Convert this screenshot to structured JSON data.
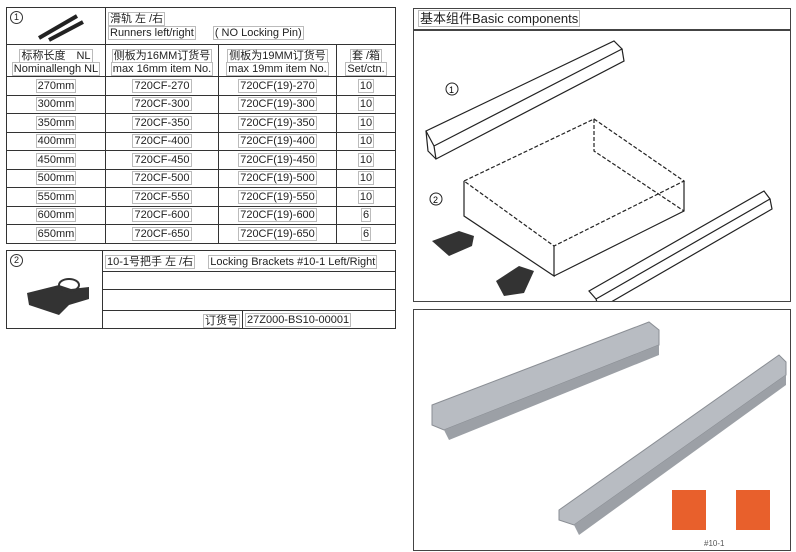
{
  "runners": {
    "badge": "1",
    "title_cn": "滑轨 左 /右",
    "title_en": "Runners left/right",
    "note": "( NO Locking Pin)",
    "headers": [
      {
        "cn": "标称长度　NL",
        "en": "Nominallengh NL"
      },
      {
        "cn": "侧板为16MM订货号",
        "en": "max 16mm item No."
      },
      {
        "cn": "侧板为19MM订货号",
        "en": "max 19mm item No."
      },
      {
        "cn": "套 /箱",
        "en": "Set/ctn."
      }
    ],
    "rows": [
      [
        "270mm",
        "720CF-270",
        "720CF(19)-270",
        "10"
      ],
      [
        "300mm",
        "720CF-300",
        "720CF(19)-300",
        "10"
      ],
      [
        "350mm",
        "720CF-350",
        "720CF(19)-350",
        "10"
      ],
      [
        "400mm",
        "720CF-400",
        "720CF(19)-400",
        "10"
      ],
      [
        "450mm",
        "720CF-450",
        "720CF(19)-450",
        "10"
      ],
      [
        "500mm",
        "720CF-500",
        "720CF(19)-500",
        "10"
      ],
      [
        "550mm",
        "720CF-550",
        "720CF(19)-550",
        "10"
      ],
      [
        "600mm",
        "720CF-600",
        "720CF(19)-600",
        "6"
      ],
      [
        "650mm",
        "720CF-650",
        "720CF(19)-650",
        "6"
      ]
    ]
  },
  "brackets": {
    "badge": "2",
    "title_cn": "10-1号把手 左 /右",
    "title_en": "Locking Brackets #10-1 Left/Right",
    "order_label": "订货号",
    "order_no": "27Z000-BS10-00001"
  },
  "components": {
    "title": "基本组件Basic components",
    "label1": "1",
    "label2": "2"
  },
  "photo": {
    "caption": "#10-1"
  },
  "colors": {
    "bracket_orange": "#e8602c",
    "rail_gray": "#b8bcc2"
  }
}
